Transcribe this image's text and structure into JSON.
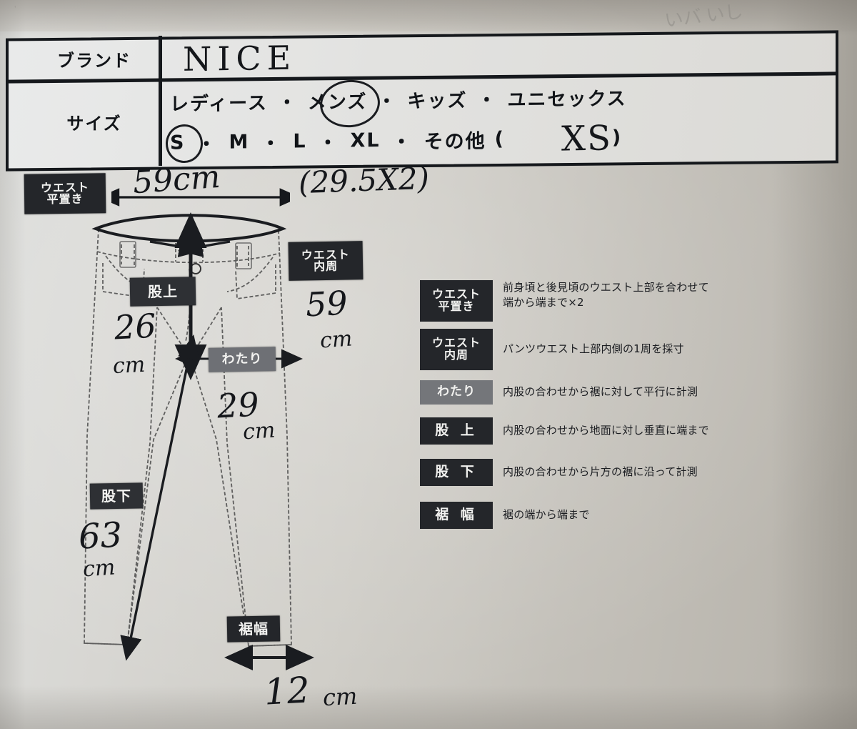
{
  "doc": {
    "type": "handwritten-clothing-measurement-sheet",
    "background_color": "#cfcdc7",
    "ink_color": "#15171b"
  },
  "scribble": {
    "top_right": "いバ   いし"
  },
  "table": {
    "rows": [
      {
        "label": "ブランド",
        "value": "NICE",
        "value_is_handwritten": true
      }
    ],
    "size_row_label": "サイズ",
    "gender_options": [
      "レディース",
      "メンズ",
      "キッズ",
      "ユニセックス"
    ],
    "gender_selected": "メンズ",
    "size_options": [
      "S",
      "M",
      "L",
      "XL"
    ],
    "size_selected": "S",
    "other_label": "その他",
    "other_open_paren": "(",
    "other_close_paren": ")",
    "other_value": "XS",
    "separator": "・"
  },
  "diagram": {
    "top_measure": {
      "value": "59cm",
      "note": "(29.5X2)",
      "badge_line1": "ウエスト",
      "badge_line2": "平置き"
    },
    "waist_inner": {
      "badge_line1": "ウエスト",
      "badge_line2": "内周",
      "value": "59",
      "unit": "cm"
    },
    "rise": {
      "badge": "股上",
      "value": "26",
      "unit": "cm"
    },
    "thigh": {
      "badge": "わたり",
      "value": "29",
      "unit": "cm"
    },
    "inseam": {
      "badge": "股下",
      "value": "63",
      "unit": "cm"
    },
    "hem": {
      "badge": "裾幅",
      "value": "12",
      "unit": "cm"
    }
  },
  "legend": {
    "items": [
      {
        "badge_line1": "ウエスト",
        "badge_line2": "平置き",
        "badge_shade": "dark",
        "desc_line1": "前身頃と後見頃のウエスト上部を合わせて",
        "desc_line2": "端から端まで×2"
      },
      {
        "badge_line1": "ウエスト",
        "badge_line2": "内周",
        "badge_shade": "dark",
        "desc_line1": "パンツウエスト上部内側の1周を採寸",
        "desc_line2": ""
      },
      {
        "badge_line1": "わたり",
        "badge_line2": "",
        "badge_shade": "gray",
        "desc_line1": "内股の合わせから裾に対して平行に計測",
        "desc_line2": ""
      },
      {
        "badge_line1": "股 上",
        "badge_line2": "",
        "badge_shade": "dark",
        "desc_line1": "内股の合わせから地面に対し垂直に端まで",
        "desc_line2": ""
      },
      {
        "badge_line1": "股 下",
        "badge_line2": "",
        "badge_shade": "dark",
        "desc_line1": "内股の合わせから片方の裾に沿って計測",
        "desc_line2": ""
      },
      {
        "badge_line1": "裾 幅",
        "badge_line2": "",
        "badge_shade": "dark",
        "desc_line1": "裾の端から端まで",
        "desc_line2": ""
      }
    ]
  }
}
